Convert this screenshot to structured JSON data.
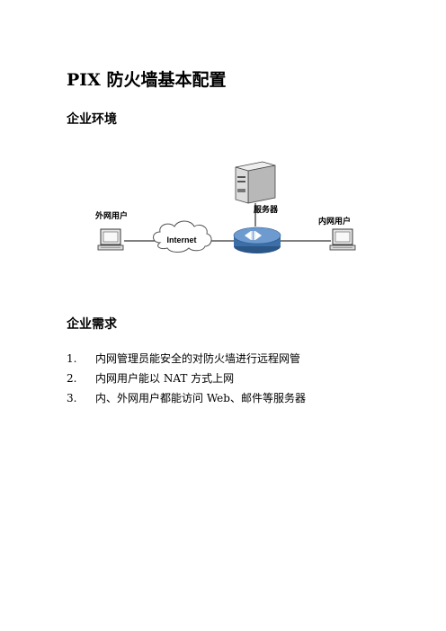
{
  "document": {
    "title": "PIX 防火墙基本配置",
    "sections": [
      {
        "heading": "企业环境"
      },
      {
        "heading": "企业需求"
      }
    ],
    "requirements": [
      {
        "num": "1.",
        "text": "内网管理员能安全的对防火墙进行远程网管"
      },
      {
        "num": "2.",
        "text": "内网用户能以 NAT 方式上网"
      },
      {
        "num": "3.",
        "text": "内、外网用户都能访问 Web、邮件等服务器"
      }
    ]
  },
  "diagram": {
    "external_user_label": "外网用户",
    "server_label": "服务器",
    "internal_user_label": "内网用户",
    "cloud_label": "Internet"
  },
  "colors": {
    "firewall_fill": "#3c6fa8",
    "firewall_top": "#6d9bd0",
    "line": "#000000"
  }
}
